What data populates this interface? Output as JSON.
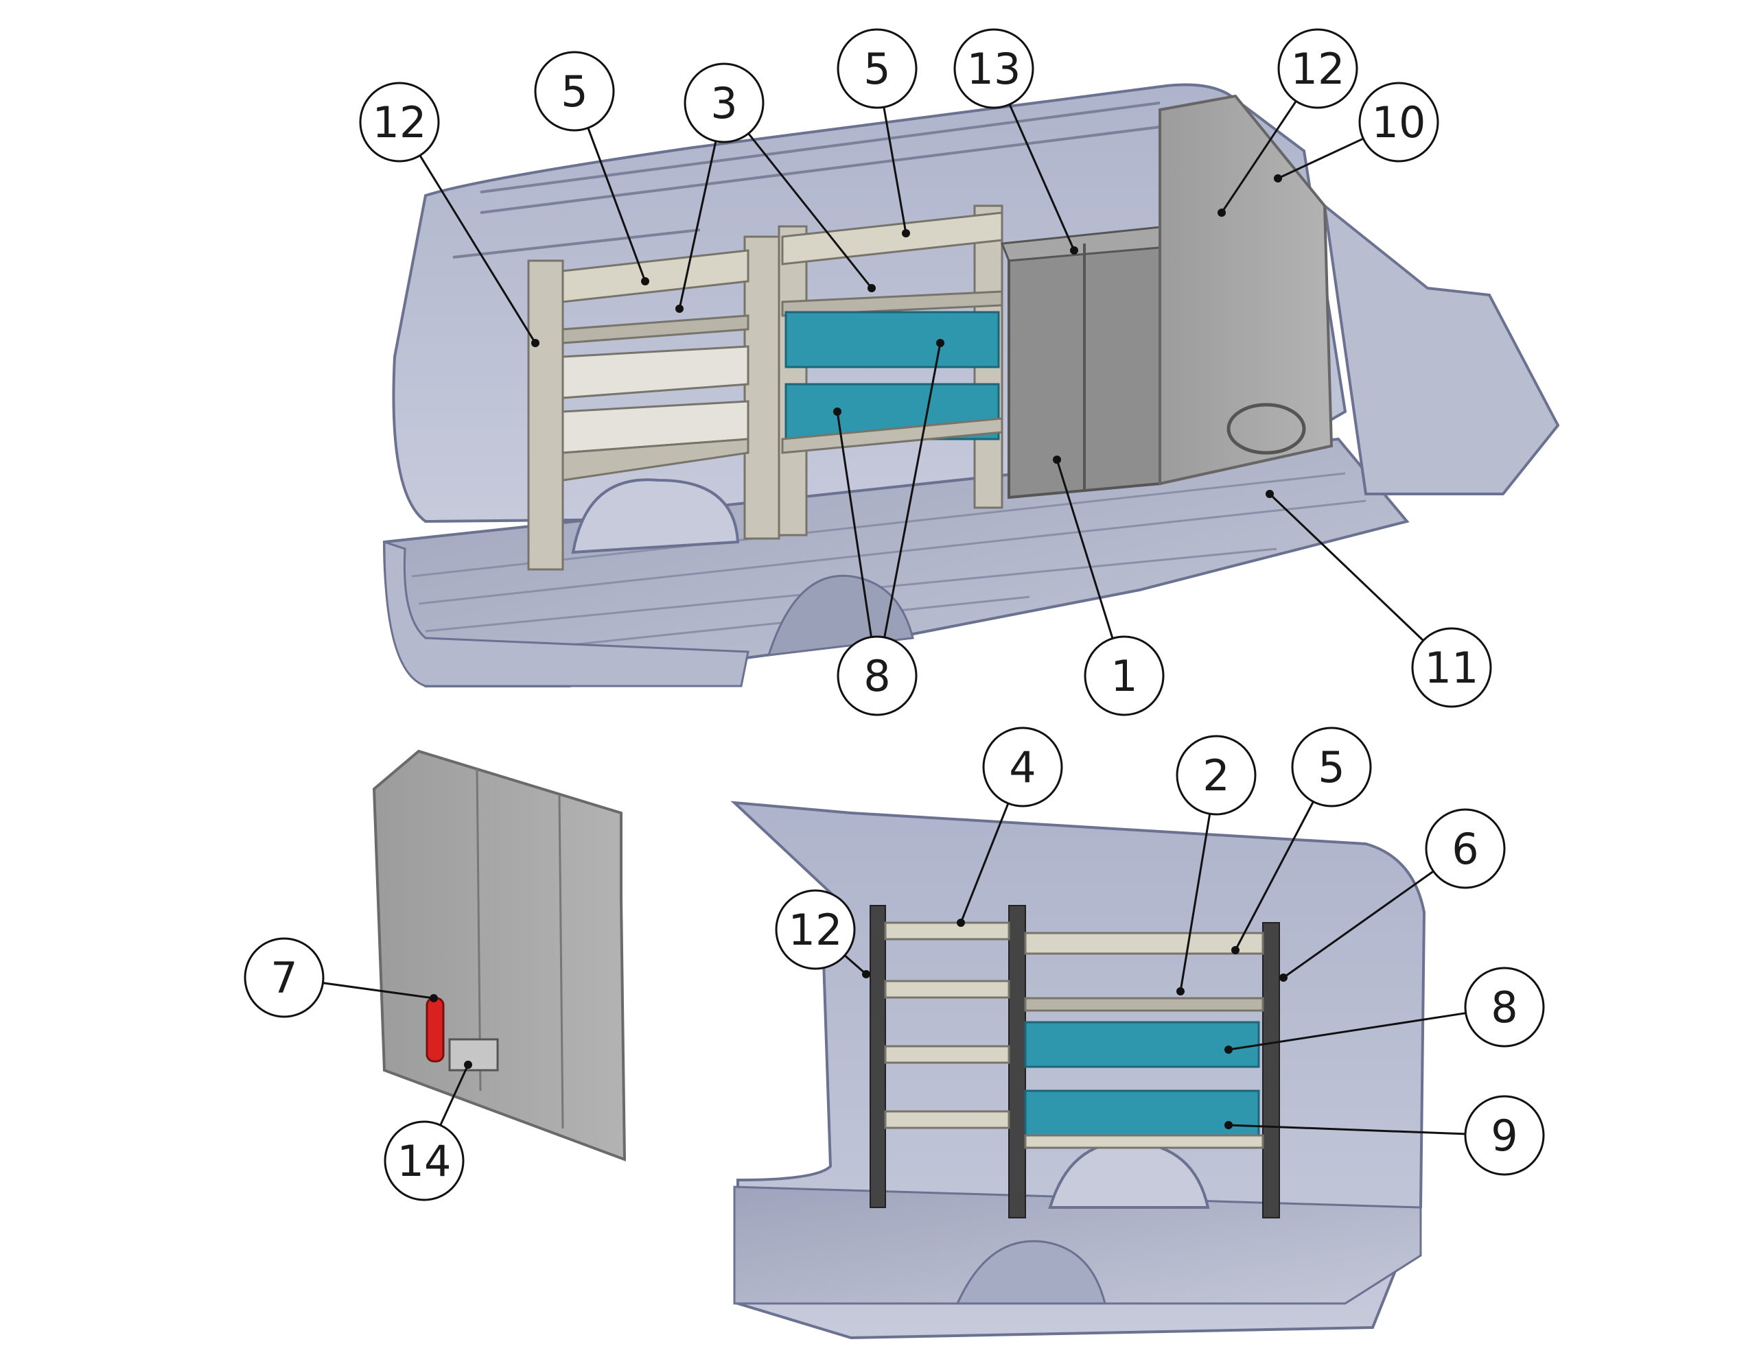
{
  "callouts": [
    {
      "label": "12"
    },
    {
      "label": "5"
    },
    {
      "label": "3"
    },
    {
      "label": "5"
    },
    {
      "label": "13"
    },
    {
      "label": "12"
    },
    {
      "label": "10"
    },
    {
      "label": "8"
    },
    {
      "label": "1"
    },
    {
      "label": "11"
    },
    {
      "label": "4"
    },
    {
      "label": "2"
    },
    {
      "label": "5"
    },
    {
      "label": "6"
    },
    {
      "label": "12"
    },
    {
      "label": "8"
    },
    {
      "label": "9"
    },
    {
      "label": "7"
    },
    {
      "label": "14"
    }
  ],
  "colors": {
    "van_body": "#b7bdd2",
    "van_dark": "#8c93ad",
    "floor": "#a9afc6",
    "shelving": "#c9c5b8",
    "shelf_beam": "#d8d4c6",
    "cabinet": "#8e8e8e",
    "bulkhead": "#a8a8a8",
    "bins": "#2e96ad",
    "extinguisher": "#d9221f"
  }
}
